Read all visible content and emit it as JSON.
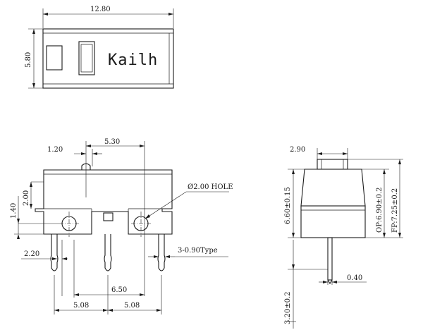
{
  "top_view": {
    "brand": "Kailh",
    "width_label": "12.80",
    "height_label": "5.80"
  },
  "front_view": {
    "dim_1_20": "1.20",
    "dim_5_30": "5.30",
    "dim_2_00": "2.00",
    "dim_1_40": "1.40",
    "hole_label": "Ø2.00 HOLE",
    "dim_2_20": "2.20",
    "pin_label": "3-0.90Type",
    "dim_6_50": "6.50",
    "dim_5_08_left": "5.08",
    "dim_5_08_right": "5.08"
  },
  "side_view": {
    "dim_2_90": "2.90",
    "dim_6_60": "6.60±0.15",
    "dim_op": "OP:6.90±0.2",
    "dim_fp": "FP:7.25±0.2",
    "dim_0_40": "0.40",
    "dim_3_20": "3.20±0.2"
  }
}
